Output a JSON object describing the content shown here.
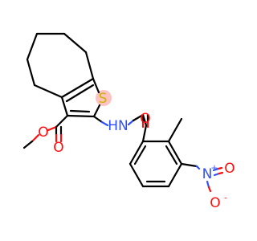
{
  "molecule": {
    "atoms": {
      "S": "S",
      "O_ester_single": "O",
      "O_ester_double": "O",
      "N_amide": "HN",
      "O_amide": "O",
      "N_nitro": "N",
      "N_nitro_charge": "+",
      "O_nitro_single": "O",
      "O_nitro_single_charge": "-",
      "O_nitro_double": "O"
    },
    "colors": {
      "bond": "#000000",
      "oxygen": "#ff0d0d",
      "nitrogen": "#3050f8",
      "sulfur": "#c8b400",
      "sulfur_highlight": "#ffb3b3"
    }
  }
}
